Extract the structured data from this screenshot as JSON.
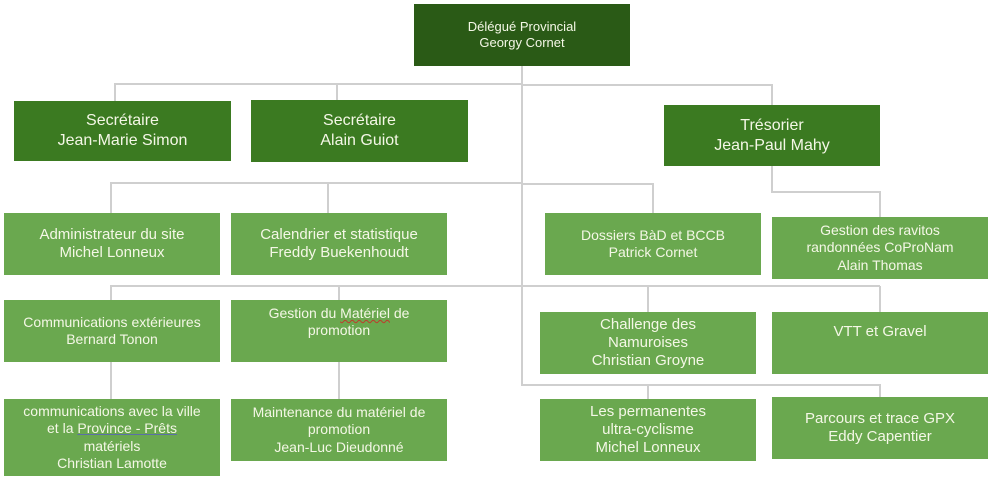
{
  "chart": {
    "type": "org-chart",
    "root": {
      "role": "Délégué Provincial",
      "name": "Georgy Cornet"
    },
    "level1": [
      {
        "role": "Secrétaire",
        "name": "Jean-Marie Simon"
      },
      {
        "role": "Secrétaire",
        "name": "Alain Guiot"
      },
      {
        "role": "Trésorier",
        "name": "Jean-Paul Mahy"
      }
    ],
    "left_group": [
      {
        "role": "Administrateur du site",
        "name": "Michel Lonneux"
      },
      {
        "role": "Calendrier et statistique",
        "name": "Freddy Buekenhoudt"
      },
      {
        "role": "Communications extérieures",
        "name": "Bernard Tonon"
      },
      {
        "role_parts": [
          "Gestion du ",
          "Matériel",
          " de promotion"
        ],
        "name": ""
      },
      {
        "role_line1": "communications avec la ville",
        "role_line2_a": "et la ",
        "role_line2_b": "Province - Prêts",
        "role_line3": "matériels",
        "name": "Christian Lamotte"
      },
      {
        "role_line1": "Maintenance du matériel de",
        "role_line2": "promotion",
        "name": "Jean-Luc Dieudonné"
      }
    ],
    "right_group": [
      {
        "role": "Dossiers BàD et BCCB",
        "name": "Patrick Cornet"
      },
      {
        "role_line1": "Gestion des ravitos",
        "role_line2": "randonnées CoProNam",
        "name": "Alain Thomas"
      },
      {
        "role_line1": "Challenge des",
        "role_line2": "Namuroises",
        "name": "Christian Groyne"
      },
      {
        "role": "VTT et Gravel",
        "name": ""
      },
      {
        "role_line1": "Les permanentes",
        "role_line2": "ultra-cyclisme",
        "name": "Michel Lonneux"
      },
      {
        "role": "Parcours et trace GPX",
        "name": "Eddy Capentier"
      }
    ]
  },
  "colors": {
    "root": "#2a5a16",
    "level1": "#3b7a21",
    "level2": "#6aa84f",
    "connector": "#cfcfcf",
    "text": "#f4f7e6"
  }
}
